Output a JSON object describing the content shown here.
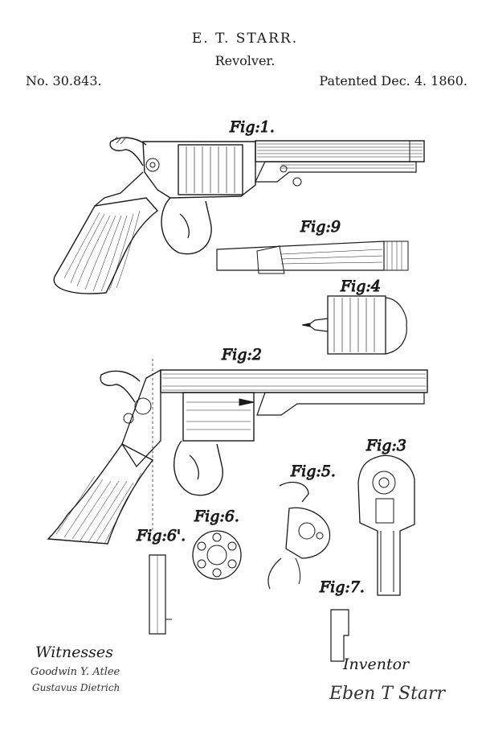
{
  "header": {
    "inventor": "E. T. STARR.",
    "subject": "Revolver.",
    "patent_number": "No. 30.843.",
    "patent_date": "Patented Dec. 4. 1860."
  },
  "figures": {
    "fig1": "Fig:1.",
    "fig2": "Fig:2",
    "fig3": "Fig:3",
    "fig4": "Fig:4",
    "fig5": "Fig:5.",
    "fig6": "Fig:6.",
    "fig6b": "Fig:6'.",
    "fig7": "Fig:7.",
    "fig9": "Fig:9"
  },
  "signatures": {
    "witnesses_label": "Witnesses",
    "witness_1": "Goodwin Y. Atlee",
    "witness_2": "Gustavus Dietrich",
    "inventor_label": "Inventor",
    "inventor_signature": "Eben T Starr"
  }
}
